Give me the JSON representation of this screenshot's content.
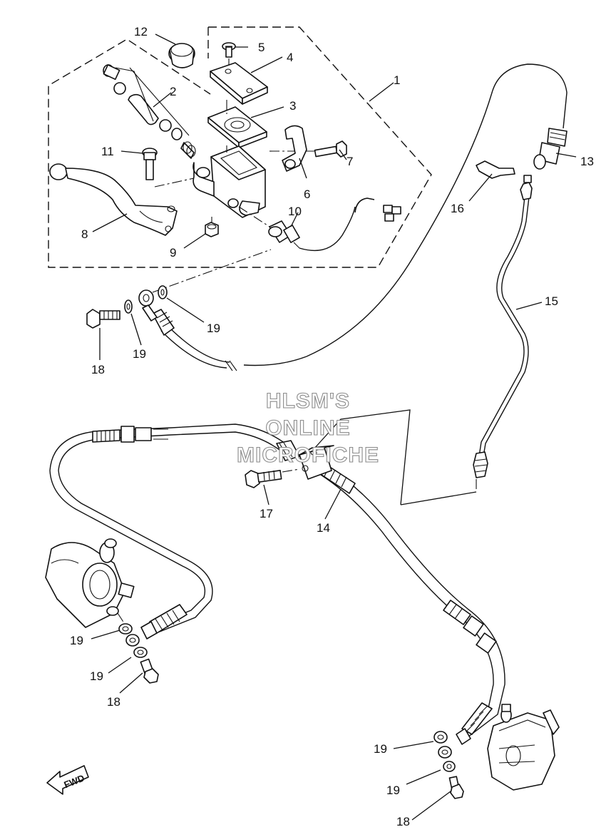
{
  "watermark": {
    "line1": "HLSM'S",
    "line2": "ONLINE",
    "line3": "MICROFICHE"
  },
  "fwd_label": "FWD",
  "callouts": {
    "c1": "1",
    "c2": "2",
    "c3": "3",
    "c4": "4",
    "c5": "5",
    "c6": "6",
    "c7": "7",
    "c8": "8",
    "c9": "9",
    "c10": "10",
    "c11": "11",
    "c12": "12",
    "c13": "13",
    "c14": "14",
    "c15": "15",
    "c16": "16",
    "c17": "17",
    "c18a": "18",
    "c19a": "19",
    "c19b": "19",
    "c19c": "19",
    "c19d": "19",
    "c18b": "18",
    "c19e": "19",
    "c19f": "19",
    "c18c": "18"
  }
}
